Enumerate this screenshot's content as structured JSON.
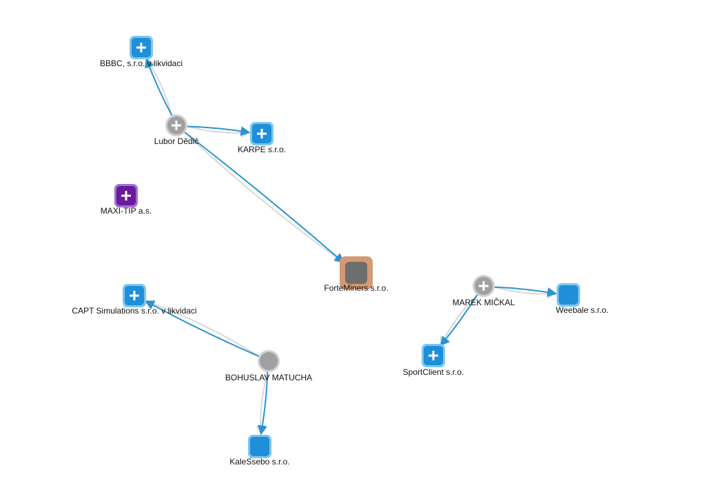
{
  "colors": {
    "company": "#1e8fd8",
    "company_border": "#7cc6f0",
    "person": "#a0a0a0",
    "person_border": "#cfcfcf",
    "special": "#6a1a9a",
    "special_border": "#a070d0",
    "focus_outer": "#d49a74",
    "focus_inner": "#6e6e6e",
    "edge_active": "#2a93d0",
    "edge_passive": "#d8d8d8",
    "label": "#111111"
  },
  "nodes": [
    {
      "id": "bbbc",
      "name": "company-node-bbbc",
      "label": "BBBC, s.r.o. v likvidaci",
      "kind": "company",
      "expand": true
    },
    {
      "id": "dedic",
      "name": "person-node-lubor-dedic",
      "label": "Lubor Dědič",
      "kind": "person",
      "expand": true
    },
    {
      "id": "karpe",
      "name": "company-node-karpe",
      "label": "KARPE s.r.o.",
      "kind": "company",
      "expand": true
    },
    {
      "id": "maxi",
      "name": "company-node-maxi-tip",
      "label": "MAXI-TIP a.s.",
      "kind": "special",
      "expand": true
    },
    {
      "id": "forte",
      "name": "company-node-forteminers",
      "label": "ForteMiners s.r.o.",
      "kind": "focus",
      "expand": false
    },
    {
      "id": "capt",
      "name": "company-node-capt-simulations",
      "label": "CAPT Simulations s.r.o. v likvidaci",
      "kind": "company",
      "expand": true
    },
    {
      "id": "matucha",
      "name": "person-node-bohuslav-matucha",
      "label": "BOHUSLAV MATUCHA",
      "kind": "person",
      "expand": false
    },
    {
      "id": "kalessebo",
      "name": "company-node-kalessebo",
      "label": "KaleSsebo s.r.o.",
      "kind": "company",
      "expand": false
    },
    {
      "id": "mickal",
      "name": "person-node-marek-mickal",
      "label": "MAREK MIČKAL",
      "kind": "person",
      "expand": true
    },
    {
      "id": "weebale",
      "name": "company-node-weebale",
      "label": "Weebale s.r.o.",
      "kind": "company",
      "expand": false
    },
    {
      "id": "sportclient",
      "name": "company-node-sportclient",
      "label": "SportClient s.r.o.",
      "kind": "company",
      "expand": true
    }
  ],
  "edges": [
    {
      "from": "dedic",
      "to": "bbbc"
    },
    {
      "from": "dedic",
      "to": "karpe"
    },
    {
      "from": "dedic",
      "to": "forte"
    },
    {
      "from": "matucha",
      "to": "capt"
    },
    {
      "from": "matucha",
      "to": "kalessebo"
    },
    {
      "from": "mickal",
      "to": "weebale"
    },
    {
      "from": "mickal",
      "to": "sportclient"
    }
  ]
}
